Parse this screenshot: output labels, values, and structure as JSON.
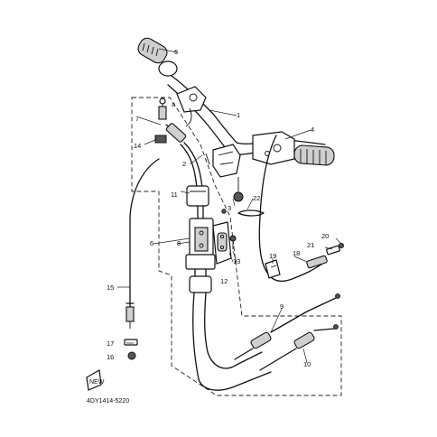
{
  "diagram_code": "4DY1414-5220",
  "callouts": {
    "c1": "1",
    "c2": "2",
    "c3": "3",
    "c4": "4",
    "c5": "5",
    "c6": "6",
    "c7": "7",
    "c8": "8",
    "c9": "9",
    "c10": "10",
    "c11": "11",
    "c12": "12",
    "c13": "13",
    "c14": "14",
    "c15": "15",
    "c16": "16",
    "c17": "17",
    "c18": "18",
    "c19": "19",
    "c20": "20",
    "c21": "21",
    "c22": "22"
  },
  "marker_label": "a",
  "new_badge": "NEW"
}
